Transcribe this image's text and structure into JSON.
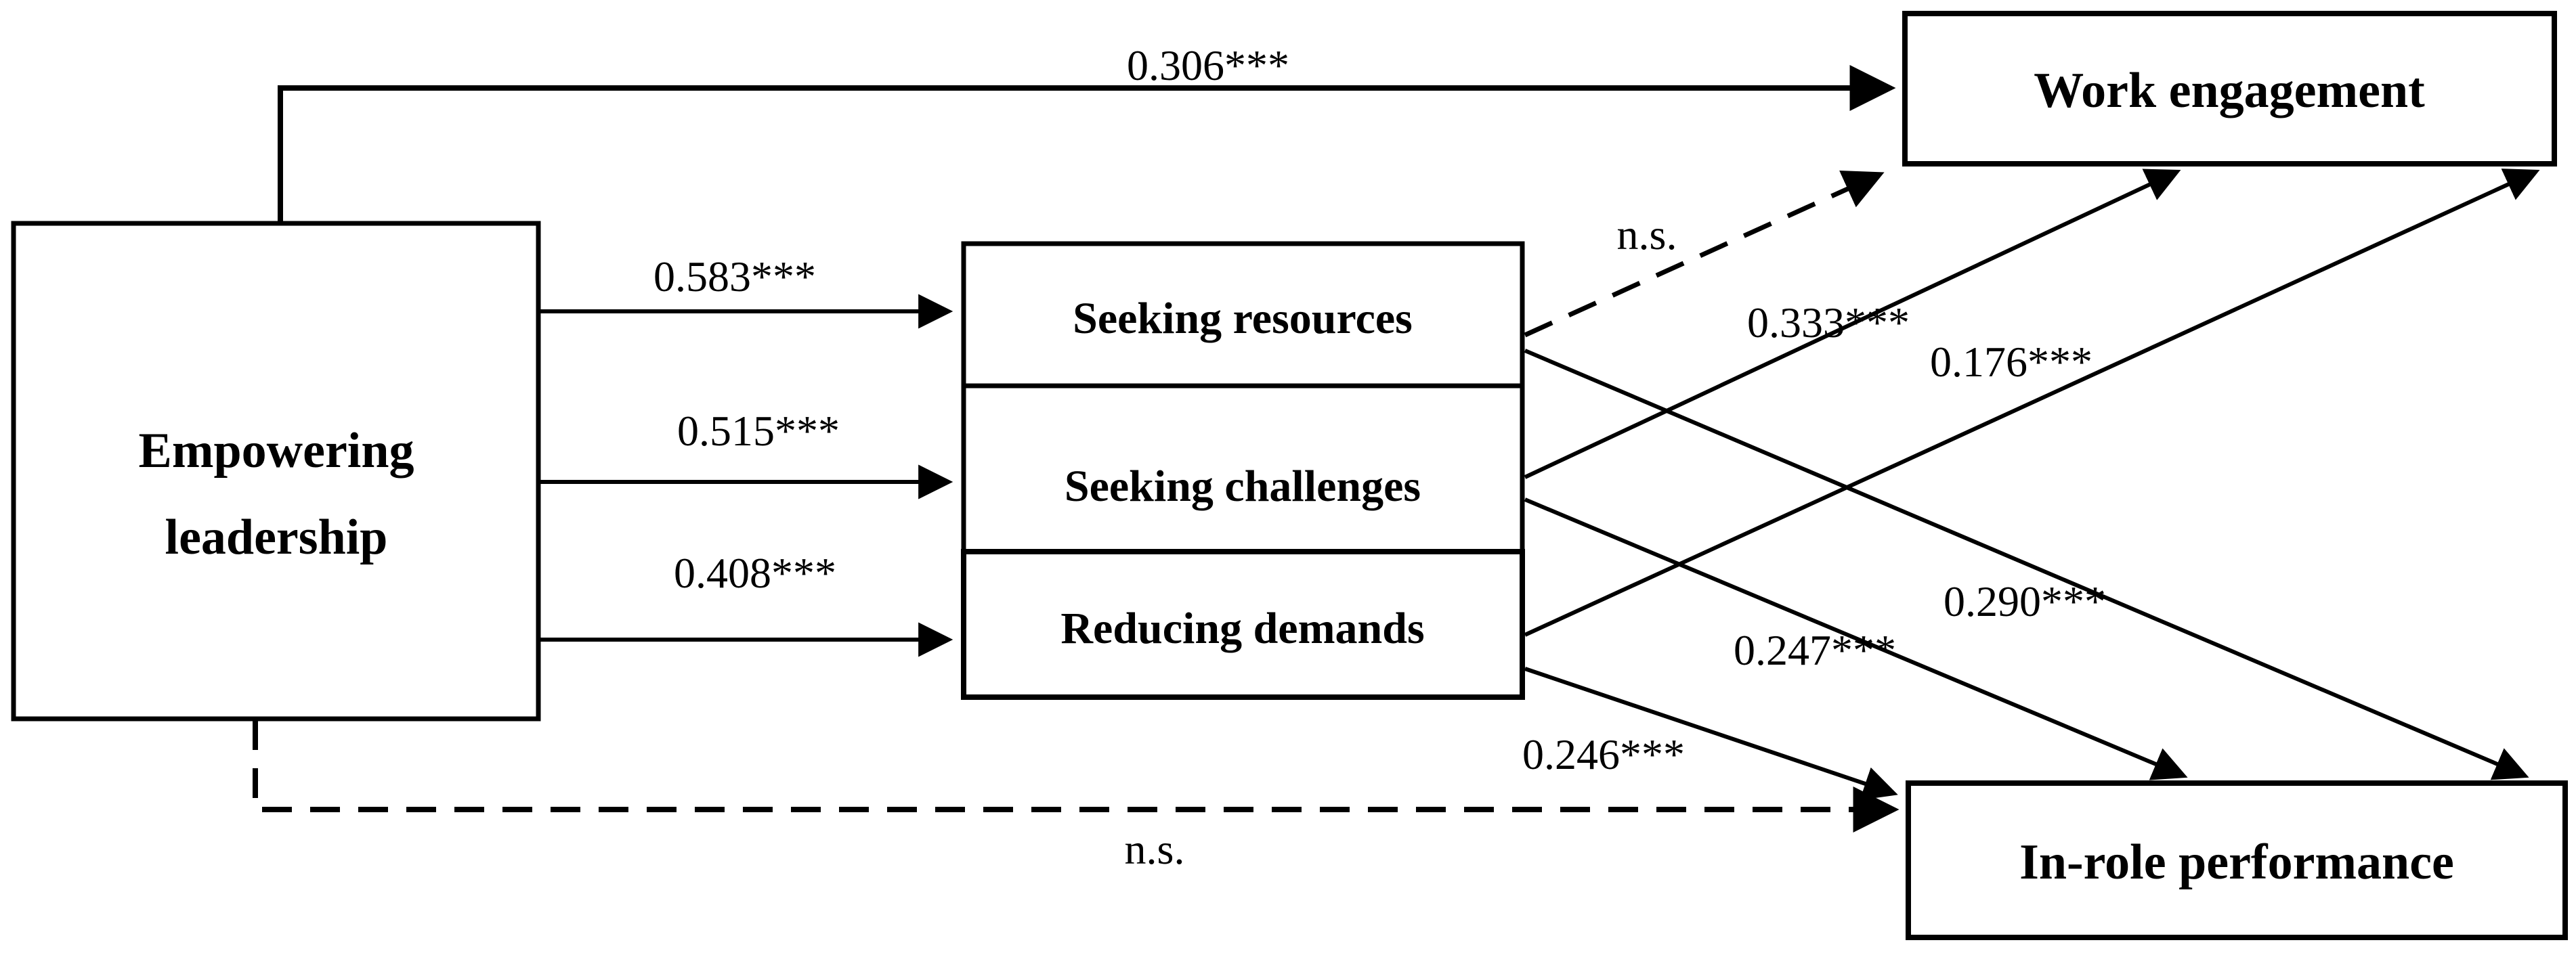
{
  "figure": {
    "background_color": "#ffffff",
    "line_color": "#000000",
    "nodes": {
      "empowering_leadership": {
        "label_line1": "Empowering",
        "label_line2": "leadership"
      },
      "seeking_resources": {
        "label": "Seeking resources"
      },
      "seeking_challenges": {
        "label": "Seeking challenges"
      },
      "reducing_demands": {
        "label": "Reducing demands"
      },
      "work_engagement": {
        "label": "Work engagement"
      },
      "in_role_performance": {
        "label": "In-role performance"
      }
    },
    "paths": {
      "el_to_we": {
        "from": "Empowering leadership",
        "to": "Work engagement",
        "label": "0.306***",
        "style": "solid"
      },
      "el_to_sr": {
        "from": "Empowering leadership",
        "to": "Seeking resources",
        "label": "0.583***",
        "style": "solid"
      },
      "el_to_sc": {
        "from": "Empowering leadership",
        "to": "Seeking challenges",
        "label": "0.515***",
        "style": "solid"
      },
      "el_to_rd": {
        "from": "Empowering leadership",
        "to": "Reducing demands",
        "label": "0.408***",
        "style": "solid"
      },
      "el_to_irp": {
        "from": "Empowering leadership",
        "to": "In-role performance",
        "label": "n.s.",
        "style": "dashed"
      },
      "sr_to_we": {
        "from": "Seeking resources",
        "to": "Work engagement",
        "label": "n.s.",
        "style": "dashed"
      },
      "sr_to_irp": {
        "from": "Seeking resources",
        "to": "In-role performance",
        "label": "0.290***",
        "style": "solid"
      },
      "sc_to_we": {
        "from": "Seeking challenges",
        "to": "Work engagement",
        "label": "0.333***",
        "style": "solid"
      },
      "sc_to_irp": {
        "from": "Seeking challenges",
        "to": "In-role performance",
        "label": "0.247***",
        "style": "solid"
      },
      "rd_to_we": {
        "from": "Reducing demands",
        "to": "Work engagement",
        "label": "0.176***",
        "style": "solid"
      },
      "rd_to_irp": {
        "from": "Reducing demands",
        "to": "In-role performance",
        "label": "0.246***",
        "style": "solid"
      }
    }
  }
}
